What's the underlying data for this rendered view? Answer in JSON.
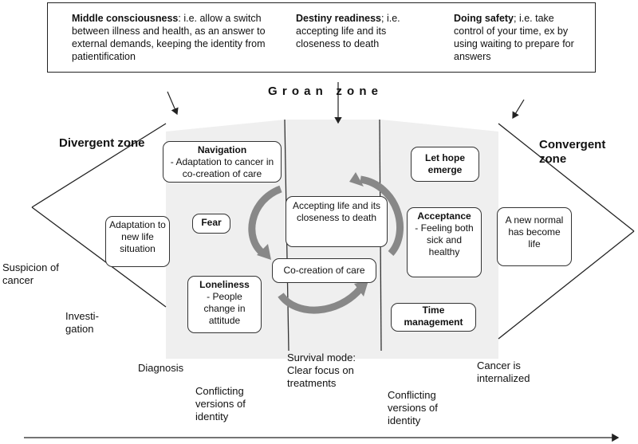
{
  "header": {
    "middle": {
      "title": "Middle consciousness",
      "text": ": i.e. allow a switch between illness and health, as an answer to external demands, keeping the identity from patientification"
    },
    "destiny": {
      "title": "Destiny readiness",
      "text": "; i.e. accepting life and its closeness to death"
    },
    "doing": {
      "title": "Doing safety",
      "text": "; i.e. take control of your time, ex by using waiting to prepare for answers"
    }
  },
  "zones": {
    "groan": "G r o a n   z o n e",
    "divergent": "Divergent zone",
    "convergent": "Convergent zone"
  },
  "boxes": {
    "navigation_title": "Navigation",
    "navigation_text": "- Adaptation to cancer in co-creation of care",
    "adaptation": "Adaptation to new life situation",
    "fear": "Fear",
    "loneliness_title": "Loneliness",
    "loneliness_text": "- People change in attitude",
    "accepting": "Accepting life and its closeness to death",
    "cocreation": "Co-creation of care",
    "hope": "Let hope emerge",
    "acceptance_title": "Acceptance",
    "acceptance_text": "- Feeling both sick and healthy",
    "time": "Time management",
    "newnormal": "A new normal has become life"
  },
  "labels": {
    "suspicion": "Suspicion of cancer",
    "investigation": "Investi- gation",
    "diagnosis": "Diagnosis",
    "conflicting_left": "Conflicting versions of identity",
    "survival": "Survival mode: Clear focus on treatments",
    "conflicting_right": "Conflicting versions of identity",
    "internalized": "Cancer is internalized"
  }
}
